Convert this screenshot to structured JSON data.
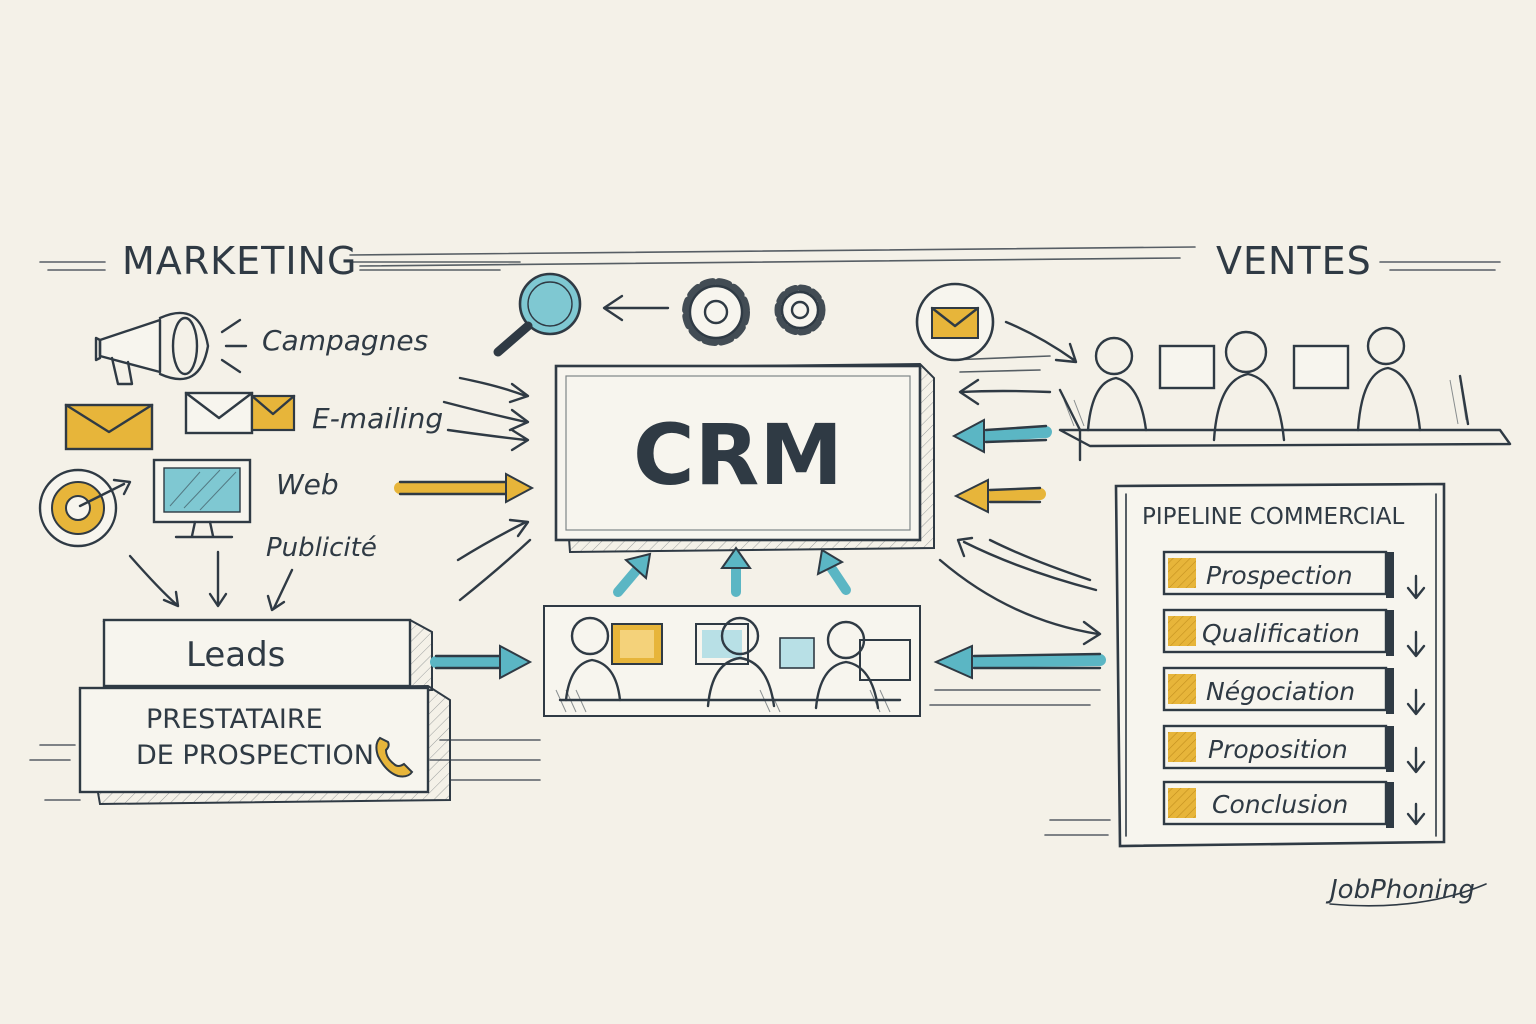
{
  "marketing": {
    "title": "MARKETING",
    "channels": [
      "Campagnes",
      "E-mailing",
      "Web",
      "Publicité"
    ]
  },
  "leads": {
    "label": "Leads"
  },
  "prestataire": {
    "line1": "PRESTATAIRE",
    "line2": "DE PROSPECTION"
  },
  "crm": {
    "label": "CRM"
  },
  "ventes": {
    "title": "VENTES"
  },
  "pipeline": {
    "title": "PIPELINE COMMERCIAL",
    "stages": [
      "Prospection",
      "Qualification",
      "Négociation",
      "Proposition",
      "Conclusion"
    ]
  },
  "brand": {
    "signature": "JobPhoning"
  },
  "colors": {
    "ink": "#2f3a44",
    "accent_yellow": "#e7b53a",
    "accent_teal": "#5bb6c4",
    "background": "#f4f1e8"
  },
  "icons": [
    "megaphone-icon",
    "envelope-icon",
    "monitor-icon",
    "target-icon",
    "magnifier-icon",
    "gear-icon",
    "phone-icon",
    "mail-badge-icon"
  ]
}
